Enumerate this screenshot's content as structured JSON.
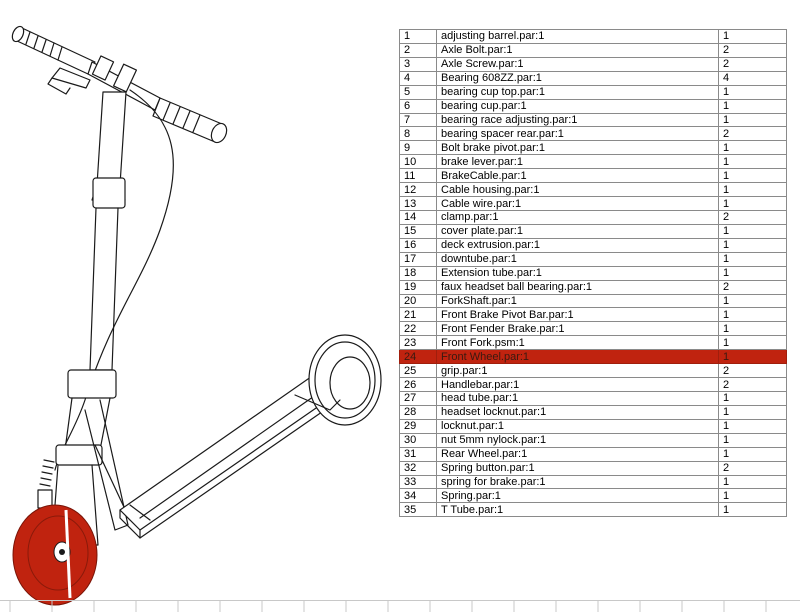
{
  "colors": {
    "highlight": "#c0230f",
    "line": "#1a1a1a",
    "grid": "#8a8a8a"
  },
  "drawing": {
    "subject": "kick scooter isometric line drawing",
    "highlighted_part": "Front Wheel.par"
  },
  "parts": [
    {
      "index": "1",
      "name": "adjusting barrel.par:1",
      "qty": "1"
    },
    {
      "index": "2",
      "name": "Axle Bolt.par:1",
      "qty": "2"
    },
    {
      "index": "3",
      "name": "Axle Screw.par:1",
      "qty": "2"
    },
    {
      "index": "4",
      "name": "Bearing 608ZZ.par:1",
      "qty": "4"
    },
    {
      "index": "5",
      "name": "bearing cup top.par:1",
      "qty": "1"
    },
    {
      "index": "6",
      "name": "bearing cup.par:1",
      "qty": "1"
    },
    {
      "index": "7",
      "name": "bearing race adjusting.par:1",
      "qty": "1"
    },
    {
      "index": "8",
      "name": "bearing spacer rear.par:1",
      "qty": "2"
    },
    {
      "index": "9",
      "name": "Bolt brake pivot.par:1",
      "qty": "1"
    },
    {
      "index": "10",
      "name": "brake lever.par:1",
      "qty": "1"
    },
    {
      "index": "11",
      "name": "BrakeCable.par:1",
      "qty": "1"
    },
    {
      "index": "12",
      "name": "Cable housing.par:1",
      "qty": "1"
    },
    {
      "index": "13",
      "name": "Cable wire.par:1",
      "qty": "1"
    },
    {
      "index": "14",
      "name": "clamp.par:1",
      "qty": "2"
    },
    {
      "index": "15",
      "name": "cover plate.par:1",
      "qty": "1"
    },
    {
      "index": "16",
      "name": "deck extrusion.par:1",
      "qty": "1"
    },
    {
      "index": "17",
      "name": "downtube.par:1",
      "qty": "1"
    },
    {
      "index": "18",
      "name": "Extension tube.par:1",
      "qty": "1"
    },
    {
      "index": "19",
      "name": "faux headset ball bearing.par:1",
      "qty": "2"
    },
    {
      "index": "20",
      "name": "ForkShaft.par:1",
      "qty": "1"
    },
    {
      "index": "21",
      "name": "Front Brake Pivot Bar.par:1",
      "qty": "1"
    },
    {
      "index": "22",
      "name": "Front Fender Brake.par:1",
      "qty": "1"
    },
    {
      "index": "23",
      "name": "Front Fork.psm:1",
      "qty": "1"
    },
    {
      "index": "24",
      "name": "Front Wheel.par:1",
      "qty": "1",
      "selected": true
    },
    {
      "index": "25",
      "name": "grip.par:1",
      "qty": "2"
    },
    {
      "index": "26",
      "name": "Handlebar.par:1",
      "qty": "2"
    },
    {
      "index": "27",
      "name": "head tube.par:1",
      "qty": "1"
    },
    {
      "index": "28",
      "name": "headset locknut.par:1",
      "qty": "1"
    },
    {
      "index": "29",
      "name": "locknut.par:1",
      "qty": "1"
    },
    {
      "index": "30",
      "name": "nut 5mm nylock.par:1",
      "qty": "1"
    },
    {
      "index": "31",
      "name": "Rear Wheel.par:1",
      "qty": "1"
    },
    {
      "index": "32",
      "name": "Spring button.par:1",
      "qty": "2"
    },
    {
      "index": "33",
      "name": "spring for brake.par:1",
      "qty": "1"
    },
    {
      "index": "34",
      "name": "Spring.par:1",
      "qty": "1"
    },
    {
      "index": "35",
      "name": "T Tube.par:1",
      "qty": "1"
    }
  ]
}
